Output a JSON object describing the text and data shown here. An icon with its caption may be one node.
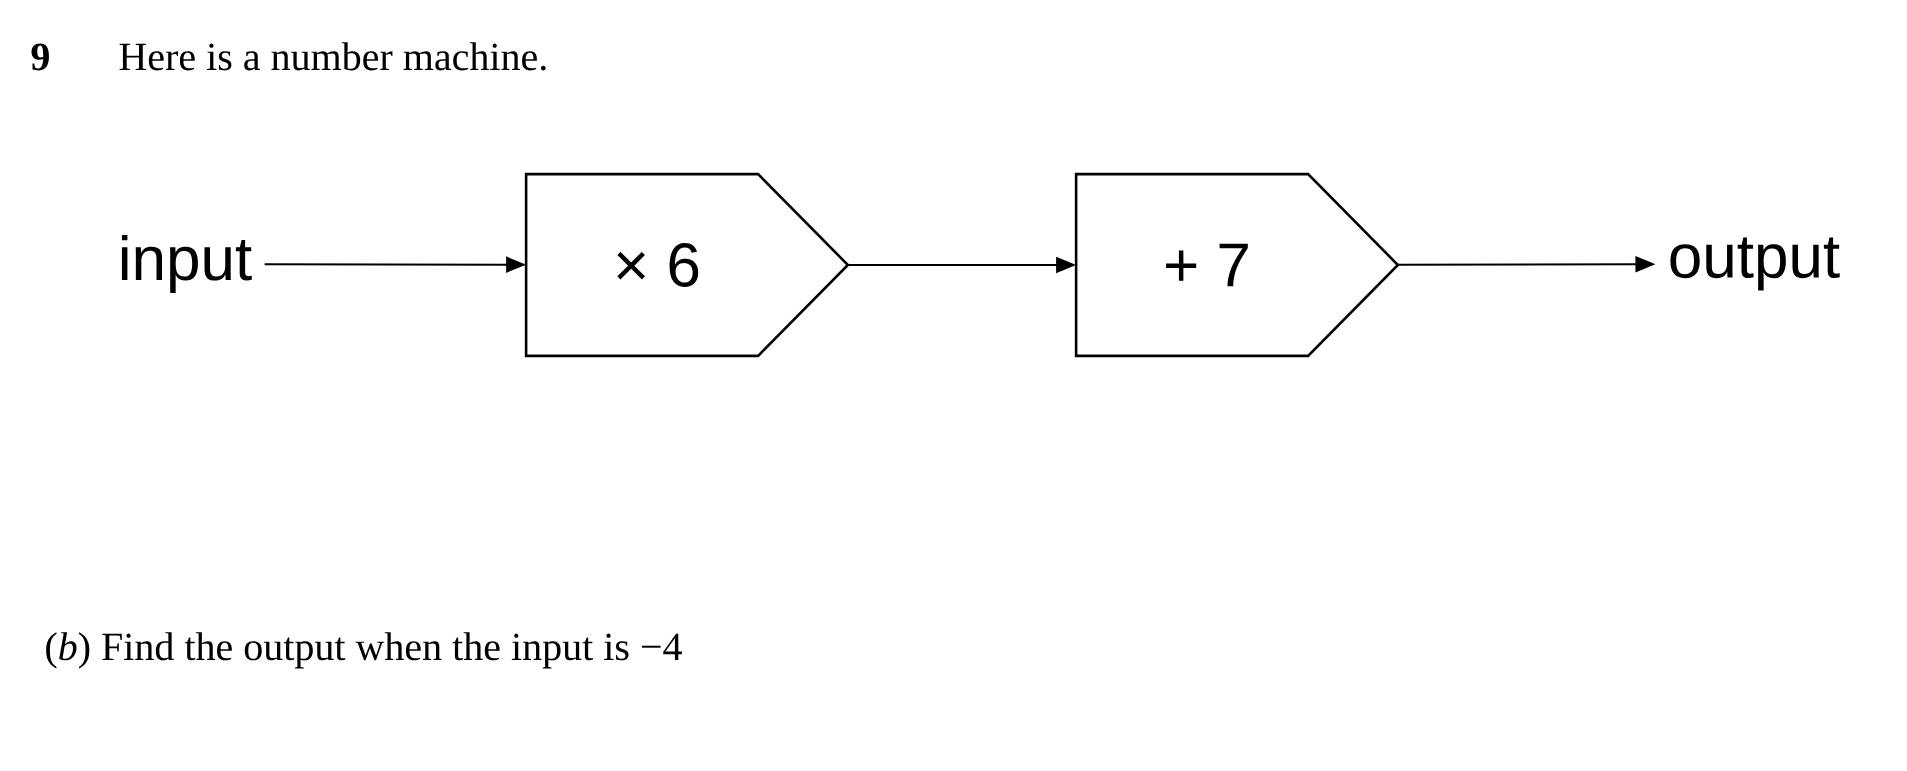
{
  "diagram": {
    "title": "Here is a number machine.",
    "nodes": [
      {
        "text": [
          "input"
        ]
      },
      {
        "text": [
          "× 6"
        ]
      },
      {
        "text": [
          "+ 7"
        ]
      },
      {
        "text": [
          "output"
        ]
      }
    ],
    "edges": [
      {
        "from": 0,
        "to": 1,
        "arrow": "to"
      },
      {
        "from": 1,
        "to": 2,
        "arrow": "to"
      },
      {
        "from": 2,
        "to": 3,
        "arrow": "to"
      }
    ],
    "labels": [
      "9",
      "(*b*) Find the output when the input is −4"
    ]
  }
}
